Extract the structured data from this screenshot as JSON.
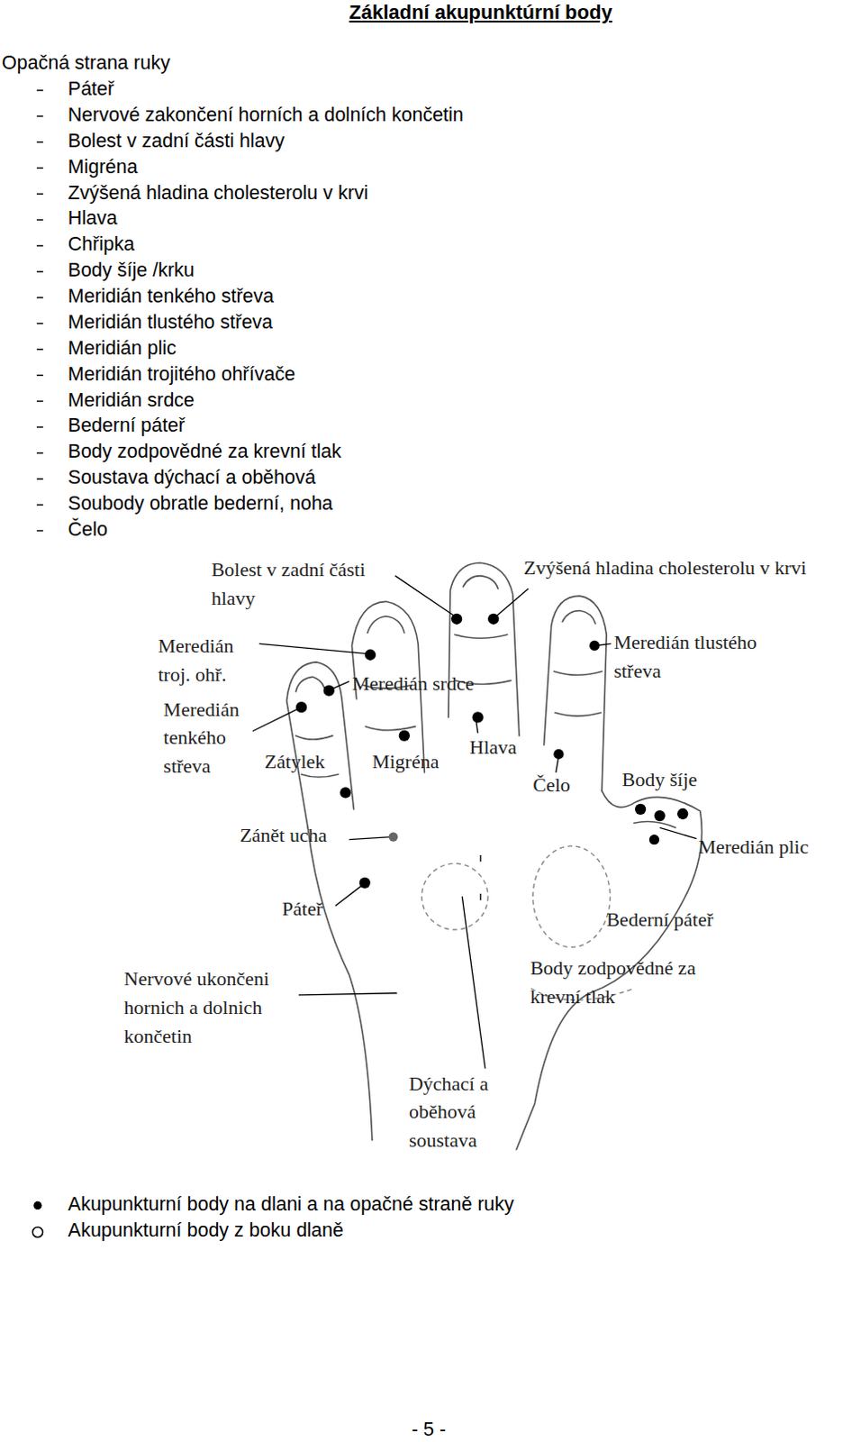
{
  "diagram": {
    "title": "Základní akupunktúrní body",
    "labels": [
      "Opačná strana ruky",
      "Páteř",
      "Nervové zakončení horních a dolních končetin",
      "Bolest v zadní části hlavy",
      "Migréna",
      "Zvýšená hladina cholesterolu v krvi",
      "Hlava",
      "Chřipka",
      "Body šíje /krku",
      "Meridián tenkého střeva",
      "Meridián tlustého střeva",
      "Meridián plic",
      "Meridián trojitého ohřívače",
      "Meridián srdce",
      "Bederní páteř",
      "Body zodpovědné za krevní tlak",
      "Soustava dýchací a oběhová",
      "Soubody obratle bederní, noha",
      "Čelo",
      "Bolest v zadní části hlavy",
      "Zvýšená hladina cholesterolu v krvi",
      "Meredián troj. ohř.",
      "Meredián tlustého střeva",
      "Meredián tenkého střeva",
      "Meredián srdce",
      "Zátylek",
      "Migréna",
      "Hlava",
      "Čelo",
      "Body šíje",
      "Meredián plic",
      "Zánět ucha",
      "Páteř",
      "Bederní páteř",
      "Nervové ukončeni hornich a dolnich končetin",
      "Body zodpovědné za krevní tlak",
      "Dýchací a oběhová soustava",
      "- 5 -"
    ],
    "legend": [
      {
        "text": "Akupunkturní body na dlani a na opačné straně ruky"
      },
      {
        "text": "Akupunkturní body z boku dlaně"
      }
    ]
  }
}
